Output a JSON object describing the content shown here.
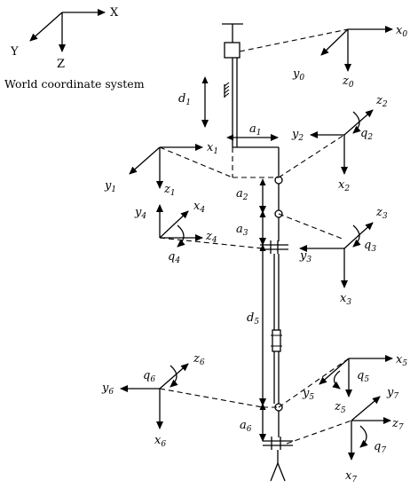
{
  "world": {
    "x_label": "X",
    "y_label": "Y",
    "z_label": "Z",
    "caption": "World coordinate system"
  },
  "frames": [
    {
      "id": "0",
      "x": "x",
      "x_sub": "0",
      "y": "y",
      "y_sub": "0",
      "z": "z",
      "z_sub": "0"
    },
    {
      "id": "1",
      "x": "x",
      "x_sub": "1",
      "y": "y",
      "y_sub": "1",
      "z": "z",
      "z_sub": "1"
    },
    {
      "id": "2",
      "x": "x",
      "x_sub": "2",
      "y": "y",
      "y_sub": "2",
      "z": "z",
      "z_sub": "2",
      "q": "q",
      "q_sub": "2"
    },
    {
      "id": "3",
      "x": "x",
      "x_sub": "3",
      "y": "y",
      "y_sub": "3",
      "z": "z",
      "z_sub": "3",
      "q": "q",
      "q_sub": "3"
    },
    {
      "id": "4",
      "x": "x",
      "x_sub": "4",
      "y": "y",
      "y_sub": "4",
      "z": "z",
      "z_sub": "4",
      "q": "q",
      "q_sub": "4"
    },
    {
      "id": "5",
      "x": "x",
      "x_sub": "5",
      "y": "y",
      "y_sub": "5",
      "z": "z",
      "z_sub": "5",
      "q": "q",
      "q_sub": "5"
    },
    {
      "id": "6",
      "x": "x",
      "x_sub": "6",
      "y": "y",
      "y_sub": "6",
      "z": "z",
      "z_sub": "6",
      "q": "q",
      "q_sub": "6"
    },
    {
      "id": "7",
      "x": "x",
      "x_sub": "7",
      "y": "y",
      "y_sub": "7",
      "z": "z",
      "z_sub": "7",
      "q": "q",
      "q_sub": "7"
    }
  ],
  "dimensions": [
    {
      "id": "d1",
      "symbol": "d",
      "sub": "1"
    },
    {
      "id": "a1",
      "symbol": "a",
      "sub": "1"
    },
    {
      "id": "a2",
      "symbol": "a",
      "sub": "2"
    },
    {
      "id": "a3",
      "symbol": "a",
      "sub": "3"
    },
    {
      "id": "d5",
      "symbol": "d",
      "sub": "5"
    },
    {
      "id": "a6",
      "symbol": "a",
      "sub": "6"
    }
  ]
}
